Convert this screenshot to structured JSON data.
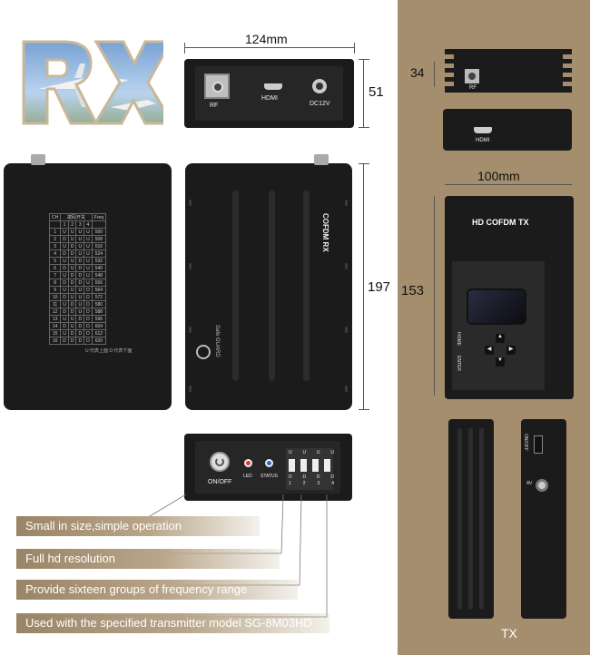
{
  "logo": {
    "text": "RX"
  },
  "dimensions": {
    "width_top": "124mm",
    "height_top": "51",
    "length_side": "197",
    "tx_height": "34",
    "tx_width": "100mm",
    "tx_length": "153"
  },
  "rx_front_panel": {
    "rf_label": "RF",
    "hdmi_label": "HDMI",
    "dc_label": "DC12V"
  },
  "rx_body": {
    "side_label": "COFDM RX",
    "brand": "Safe GUARD"
  },
  "frequency_table": {
    "headers": [
      "CH",
      "1",
      "2",
      "3",
      "4",
      "Freq"
    ],
    "group_header": "拨码开关",
    "rows": [
      [
        "1",
        "U",
        "U",
        "U",
        "U",
        "500"
      ],
      [
        "2",
        "D",
        "U",
        "U",
        "U",
        "508"
      ],
      [
        "3",
        "U",
        "D",
        "U",
        "U",
        "516"
      ],
      [
        "4",
        "D",
        "D",
        "U",
        "U",
        "524"
      ],
      [
        "5",
        "U",
        "U",
        "D",
        "U",
        "532"
      ],
      [
        "6",
        "D",
        "U",
        "D",
        "U",
        "540"
      ],
      [
        "7",
        "U",
        "D",
        "D",
        "U",
        "548"
      ],
      [
        "8",
        "D",
        "D",
        "D",
        "U",
        "556"
      ],
      [
        "9",
        "U",
        "U",
        "U",
        "D",
        "564"
      ],
      [
        "10",
        "D",
        "U",
        "U",
        "D",
        "572"
      ],
      [
        "11",
        "U",
        "D",
        "U",
        "D",
        "580"
      ],
      [
        "12",
        "D",
        "D",
        "U",
        "D",
        "588"
      ],
      [
        "13",
        "U",
        "U",
        "D",
        "D",
        "596"
      ],
      [
        "14",
        "D",
        "U",
        "D",
        "D",
        "604"
      ],
      [
        "15",
        "U",
        "D",
        "D",
        "D",
        "612"
      ],
      [
        "16",
        "D",
        "D",
        "D",
        "D",
        "620"
      ]
    ],
    "footnote": "U:代表上面 D:代表下面"
  },
  "rx_back_panel": {
    "onoff_label": "ON/OFF",
    "led_label": "LED",
    "status_label": "STATUS",
    "dip_top": [
      "U",
      "U",
      "U",
      "U"
    ],
    "dip_bottom": [
      "D",
      "D",
      "D",
      "D"
    ],
    "dip_numbers": [
      "1",
      "2",
      "3",
      "4"
    ]
  },
  "features": [
    "Small in size,simple operation",
    "Full hd resolution",
    "Provide sixteen groups of frequency range",
    "Used with the specified transmitter model SG-8M03HD"
  ],
  "tx": {
    "rf_label": "RF",
    "hdmi_label": "HDMI",
    "title": "HD COFDM TX",
    "home_label": "HOME",
    "enter_label": "ENTER",
    "onoff_label": "ON/OFF",
    "av_label": "AV",
    "caption": "TX"
  },
  "colors": {
    "panel_brown": "#a48e6e",
    "device_black": "#1b1b1b",
    "ribbon_brown": "#9a8466"
  }
}
